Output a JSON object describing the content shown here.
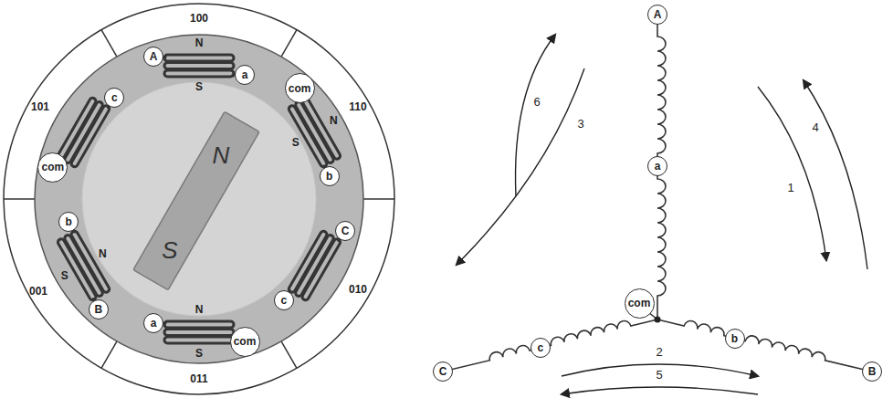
{
  "diagram": {
    "nodes": [
      {
        "text": [
          "A"
        ]
      },
      {
        "text": [
          "a"
        ]
      },
      {
        "text": [
          "com"
        ]
      },
      {
        "text": [
          "b"
        ]
      },
      {
        "text": [
          "C"
        ]
      },
      {
        "text": [
          "c"
        ]
      },
      {
        "text": [
          "a"
        ]
      },
      {
        "text": [
          "com"
        ]
      },
      {
        "text": [
          "b"
        ]
      },
      {
        "text": [
          "B"
        ]
      },
      {
        "text": [
          "c"
        ]
      },
      {
        "text": [
          "com"
        ]
      },
      {
        "text": [
          "A"
        ]
      },
      {
        "text": [
          "a"
        ]
      },
      {
        "text": [
          "com"
        ]
      },
      {
        "text": [
          "c"
        ]
      },
      {
        "text": [
          "b"
        ]
      },
      {
        "text": [
          "C"
        ]
      },
      {
        "text": [
          "B"
        ]
      }
    ],
    "labels": [
      "100",
      "110",
      "010",
      "011",
      "001",
      "101",
      "N",
      "S",
      "N",
      "S",
      "N",
      "S",
      "S",
      "N",
      "N",
      "S",
      "6",
      "3",
      "4",
      "1",
      "2",
      "5"
    ]
  }
}
